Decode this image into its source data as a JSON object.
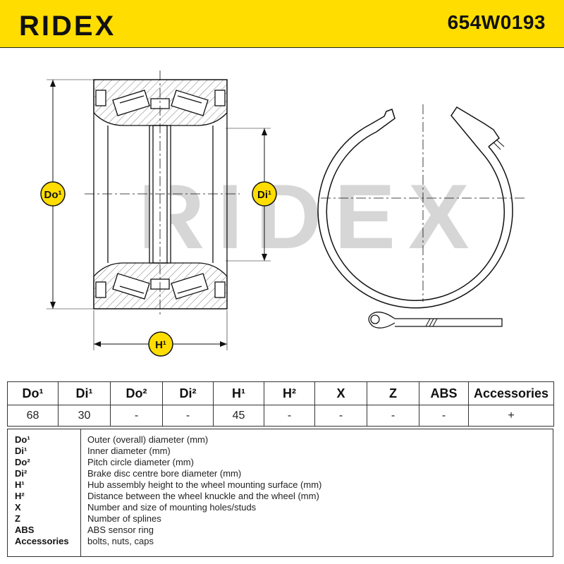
{
  "header": {
    "brand": "RIDEX",
    "part_number": "654W0193",
    "brand_color": "#ffdd00"
  },
  "drawing": {
    "watermark": "RIDEX",
    "labels": {
      "outer_diameter": "Do¹",
      "inner_diameter": "Di¹",
      "height": "H¹"
    }
  },
  "spec_table": {
    "headers": [
      "Do¹",
      "Di¹",
      "Do²",
      "Di²",
      "H¹",
      "H²",
      "X",
      "Z",
      "ABS",
      "Accessories"
    ],
    "values": [
      "68",
      "30",
      "-",
      "-",
      "45",
      "-",
      "-",
      "-",
      "-",
      "+"
    ]
  },
  "legend": [
    {
      "code": "Do¹",
      "description": "Outer (overall) diameter (mm)"
    },
    {
      "code": "Di¹",
      "description": "Inner diameter (mm)"
    },
    {
      "code": "Do²",
      "description": "Pitch circle diameter (mm)"
    },
    {
      "code": "Di²",
      "description": "Brake disc centre bore diameter (mm)"
    },
    {
      "code": "H¹",
      "description": "Hub assembly height to the wheel mounting surface (mm)"
    },
    {
      "code": "H²",
      "description": "Distance between the wheel knuckle and the wheel (mm)"
    },
    {
      "code": "X",
      "description": "Number and size of mounting holes/studs"
    },
    {
      "code": "Z",
      "description": "Number of splines"
    },
    {
      "code": "ABS",
      "description": "ABS sensor ring"
    },
    {
      "code": "Accessories",
      "description": "bolts, nuts, caps"
    }
  ]
}
